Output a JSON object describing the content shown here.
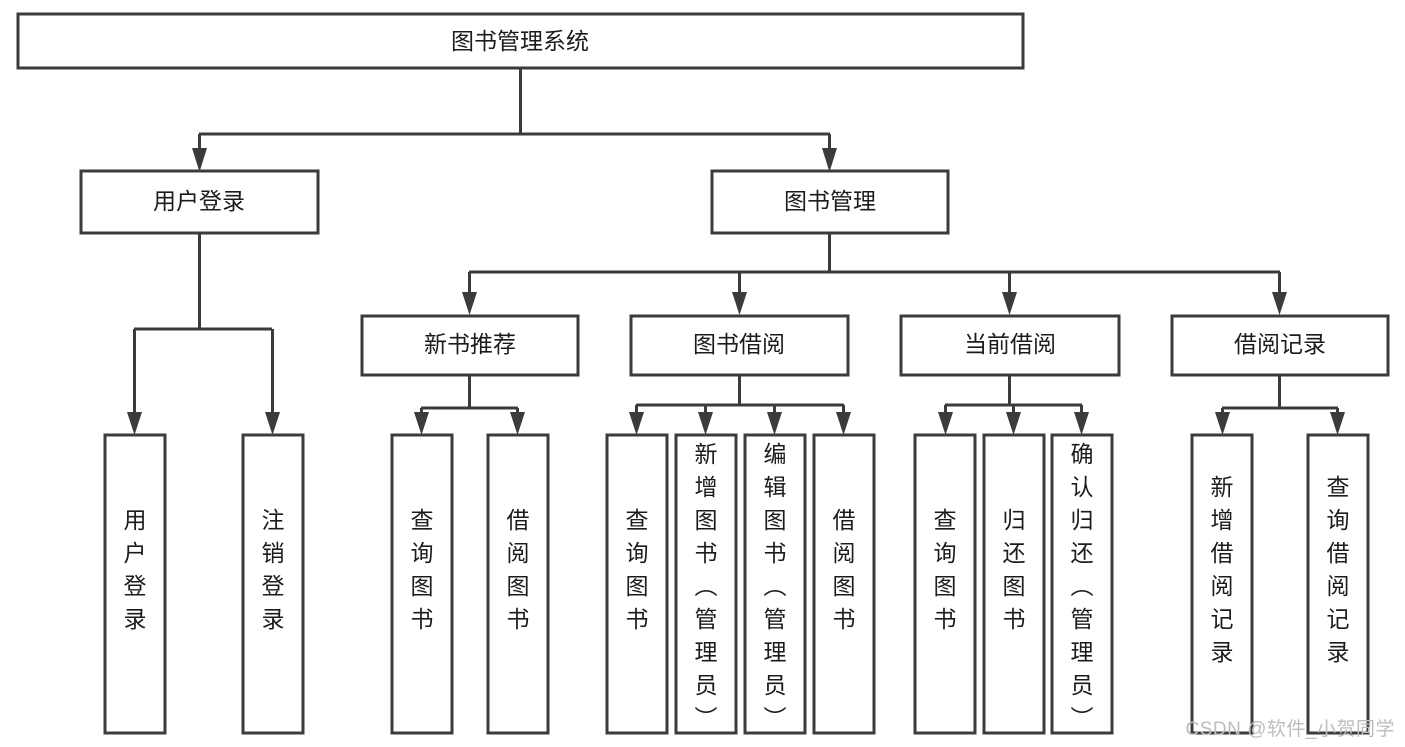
{
  "diagram": {
    "type": "tree-hierarchy",
    "orientation": "top-down",
    "title": "图书管理系统",
    "colors": {
      "stroke": "#3b3b3b",
      "fill": "#ffffff",
      "text": "#1c1c1c",
      "watermark": "#bdbdbd"
    },
    "levels": [
      {
        "level": 1,
        "nodes": [
          {
            "id": "root",
            "label": "图书管理系统",
            "orientation": "horizontal"
          }
        ]
      },
      {
        "level": 2,
        "nodes": [
          {
            "id": "user-login",
            "label": "用户登录",
            "orientation": "horizontal",
            "parent": "root"
          },
          {
            "id": "book-manage",
            "label": "图书管理",
            "orientation": "horizontal",
            "parent": "root"
          }
        ]
      },
      {
        "level": 3,
        "nodes": [
          {
            "id": "new-book-recommend",
            "label": "新书推荐",
            "orientation": "horizontal",
            "parent": "book-manage"
          },
          {
            "id": "book-borrow",
            "label": "图书借阅",
            "orientation": "horizontal",
            "parent": "book-manage"
          },
          {
            "id": "current-borrow",
            "label": "当前借阅",
            "orientation": "horizontal",
            "parent": "book-manage"
          },
          {
            "id": "borrow-record",
            "label": "借阅记录",
            "orientation": "horizontal",
            "parent": "book-manage"
          }
        ]
      },
      {
        "level": 4,
        "nodes": [
          {
            "id": "leaf-user-login",
            "label": "用户登录",
            "orientation": "vertical",
            "parent": "user-login"
          },
          {
            "id": "leaf-logout-login",
            "label": "注销登录",
            "orientation": "vertical",
            "parent": "user-login"
          },
          {
            "id": "leaf-query-book-1",
            "label": "查询图书",
            "orientation": "vertical",
            "parent": "new-book-recommend"
          },
          {
            "id": "leaf-borrow-book-1",
            "label": "借阅图书",
            "orientation": "vertical",
            "parent": "new-book-recommend"
          },
          {
            "id": "leaf-query-book-2",
            "label": "查询图书",
            "orientation": "vertical",
            "parent": "book-borrow"
          },
          {
            "id": "leaf-add-book",
            "label": "新增图书（管理员）",
            "orientation": "vertical",
            "parent": "book-borrow"
          },
          {
            "id": "leaf-edit-book",
            "label": "编辑图书（管理员）",
            "orientation": "vertical",
            "parent": "book-borrow"
          },
          {
            "id": "leaf-borrow-book-2",
            "label": "借阅图书",
            "orientation": "vertical",
            "parent": "book-borrow"
          },
          {
            "id": "leaf-query-book-3",
            "label": "查询图书",
            "orientation": "vertical",
            "parent": "current-borrow"
          },
          {
            "id": "leaf-return-book",
            "label": "归还图书",
            "orientation": "vertical",
            "parent": "current-borrow"
          },
          {
            "id": "leaf-confirm-return",
            "label": "确认归还（管理员）",
            "orientation": "vertical",
            "parent": "current-borrow"
          },
          {
            "id": "leaf-add-record",
            "label": "新增借阅记录",
            "orientation": "vertical",
            "parent": "borrow-record"
          },
          {
            "id": "leaf-query-record",
            "label": "查询借阅记录",
            "orientation": "vertical",
            "parent": "borrow-record"
          }
        ]
      }
    ]
  },
  "watermark": {
    "text": "CSDN @软件_小贺同学"
  }
}
